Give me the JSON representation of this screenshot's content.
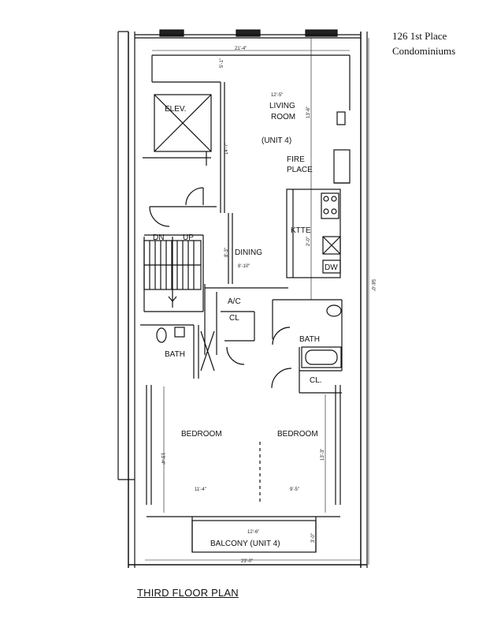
{
  "caption": {
    "line1": "126 1st Place",
    "line2": "Condominiums"
  },
  "plan_title": "THIRD FLOOR PLAN",
  "rooms": {
    "elevator": "ELEV.",
    "living_room_line1": "LIVING",
    "living_room_line2": "ROOM",
    "unit": "(UNIT 4)",
    "fire_place_line1": "FIRE",
    "fire_place_line2": "PLACE",
    "kitchen": "KTTE",
    "dining": "DINING",
    "down": "DN",
    "up": "UP",
    "ac": "A/C",
    "closet1": "CL",
    "closet2": "CL.",
    "bath_left": "BATH",
    "bath_right": "BATH",
    "dishwasher": "DW",
    "bedroom_left": "BEDROOM",
    "bedroom_right": "BEDROOM",
    "balcony": "BALCONY (UNIT 4)"
  },
  "dimensions": {
    "top_width": "21'-4\"",
    "living_width": "12'-5\"",
    "overall_width": "23'-0\"",
    "elev_depth": "5'-1\"",
    "living_depth": "13'-6\"",
    "stair_depth": "14'-7\"",
    "kitchen_depth": "2'-0\"",
    "dining_depth": "8'-3\"",
    "dining_size": "8'-10\"",
    "overall_depth": "58'-0\"",
    "bedroom_left_depth": "13'-4\"",
    "bedroom_right_depth": "13'-3\"",
    "bedroom_left_width": "11'-4\"",
    "bedroom_right_width": "9'-5\"",
    "balcony_width": "12'-6\"",
    "balcony_depth": "3'-0\""
  }
}
